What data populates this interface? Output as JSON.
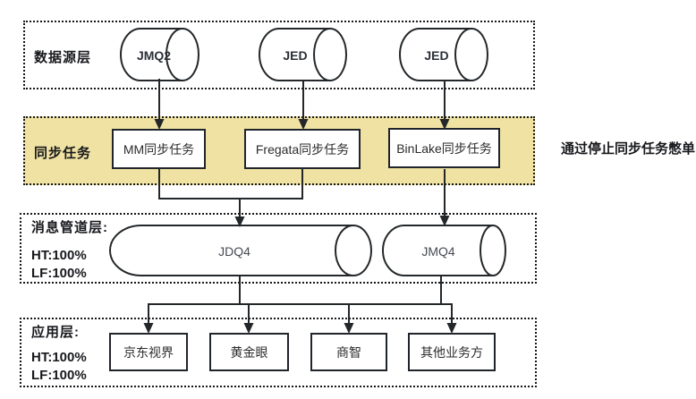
{
  "colors": {
    "sync_layer_bg": "#EFE2A2",
    "line": "#23272A",
    "background": "#FFFFFF"
  },
  "annotation": "通过停止同步任务憋单",
  "layers": {
    "datasource": {
      "label": "数据源层",
      "cylinders": [
        "JMQ2",
        "JED",
        "JED"
      ]
    },
    "sync": {
      "label": "同步任务",
      "tasks": [
        "MM同步任务",
        "Fregata同步任务",
        "BinLake同步任务"
      ]
    },
    "pipeline": {
      "label": "消息管道层:",
      "stats": [
        "HT:100%",
        "LF:100%"
      ],
      "queues": [
        "JDQ4",
        "JMQ4"
      ]
    },
    "application": {
      "label": "应用层:",
      "stats": [
        "HT:100%",
        "LF:100%"
      ],
      "apps": [
        "京东视界",
        "黄金眼",
        "商智",
        "其他业务方"
      ]
    }
  }
}
